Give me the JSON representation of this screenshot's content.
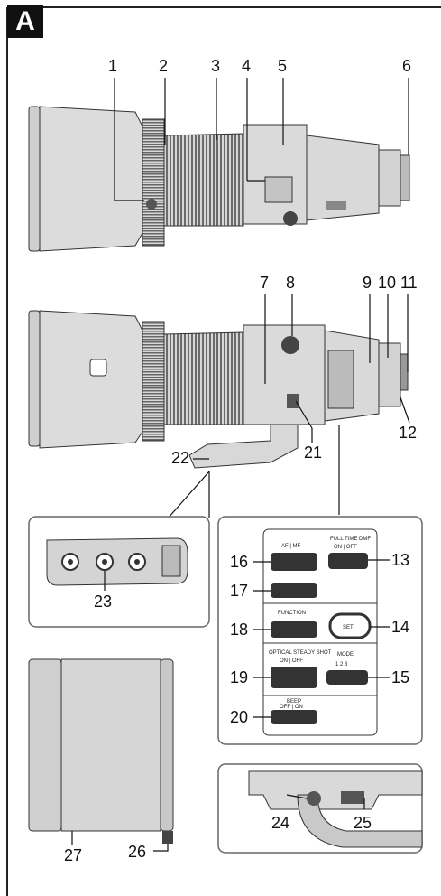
{
  "section_tag": "A",
  "callouts": [
    "1",
    "2",
    "3",
    "4",
    "5",
    "6",
    "7",
    "8",
    "9",
    "10",
    "11",
    "12",
    "13",
    "14",
    "15",
    "16",
    "17",
    "18",
    "19",
    "20",
    "21",
    "22",
    "23",
    "24",
    "25",
    "26",
    "27"
  ],
  "switch_panel": {
    "af_mf": "AF | MF",
    "full_time_dmf": "FULL TIME DMF",
    "on_off": "ON | OFF",
    "function": "FUNCTION",
    "set": "SET",
    "optical_steady_shot": "OPTICAL STEADY SHOT",
    "mode": "MODE",
    "mode_values": "1 2 3",
    "beep": "BEEP",
    "off_on": "OFF | ON"
  }
}
